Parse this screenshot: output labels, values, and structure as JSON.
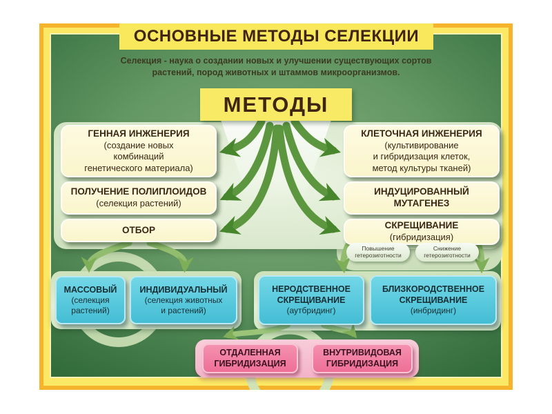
{
  "poster": {
    "title": "ОСНОВНЫЕ МЕТОДЫ СЕЛЕКЦИИ",
    "subtitle": "Селекция - наука о создании новых и улучшении существующих сортов\nрастений, пород животных и штаммов микроорганизмов.",
    "center_label": "МЕТОДЫ"
  },
  "method_boxes": {
    "left": [
      {
        "title": "ГЕННАЯ ИНЖЕНЕРИЯ",
        "sub": "(создание новых\nкомбинаций\nгенетического материала)"
      },
      {
        "title": "ПОЛУЧЕНИЕ ПОЛИПЛОИДОВ",
        "sub": "(селекция растений)"
      },
      {
        "title": "ОТБОР",
        "sub": ""
      }
    ],
    "right": [
      {
        "title": "КЛЕТОЧНАЯ ИНЖЕНЕРИЯ",
        "sub": "(культивирование\nи гибридизация клеток,\nметод культуры тканей)"
      },
      {
        "title": "ИНДУЦИРОВАННЫЙ\nМУТАГЕНЕЗ",
        "sub": ""
      },
      {
        "title": "СКРЕЩИВАНИЕ",
        "sub": "(гибридизация)"
      }
    ]
  },
  "annotations": [
    {
      "label": "Повышение\nгетерозиготности"
    },
    {
      "label": "Снижение\nгетерозиготности"
    }
  ],
  "selection_boxes": [
    {
      "title": "МАССОВЫЙ",
      "sub": "(селекция\nрастений)"
    },
    {
      "title": "ИНДИВИДУАЛЬНЫЙ",
      "sub": "(селекция животных\nи растений)"
    },
    {
      "title": "НЕРОДСТВЕННОЕ\nСКРЕЩИВАНИЕ",
      "sub": "(аутбридинг)"
    },
    {
      "title": "БЛИЗКОРОДСТВЕННОЕ\nСКРЕЩИВАНИЕ",
      "sub": "(инбридинг)"
    }
  ],
  "hybridization_boxes": [
    {
      "title": "ОТДАЛЕННАЯ\nГИБРИДИЗАЦИЯ"
    },
    {
      "title": "ВНУТРИВИДОВАЯ\nГИБРИДИЗАЦИЯ"
    }
  ],
  "colors": {
    "frame_orange": "#f6b42c",
    "frame_yellow": "#fbe966",
    "banner_yellow": "#f9e75c",
    "box_cream": "#faf5cb",
    "box_blue": "#52c6dc",
    "box_pink": "#f0789e",
    "arrow_green": "#5c9740",
    "background_green": "#3d7545"
  }
}
